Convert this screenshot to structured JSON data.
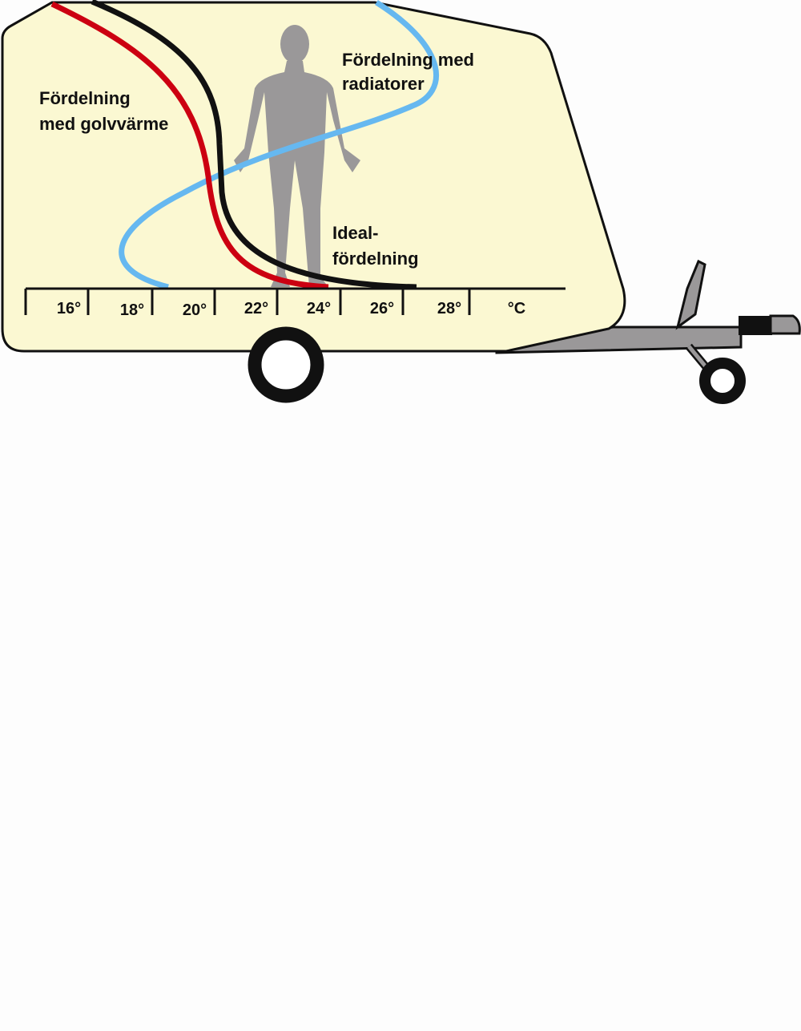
{
  "labels": {
    "radiators_line1": "Fördelning med",
    "radiators_line2": "radiatorer",
    "floor_line1": "Fördelning",
    "floor_line2": "med golvvärme",
    "ideal_line1": "Ideal-",
    "ideal_line2": "fördelning"
  },
  "axis": {
    "ticks": [
      "16°",
      "18°",
      "20°",
      "22°",
      "24°",
      "26°",
      "28°",
      "°C"
    ]
  },
  "colors": {
    "caravan_fill": "#fbf8d2",
    "floor_heating": "#cc0011",
    "ideal": "#111111",
    "radiators": "#66b8f0",
    "person": "#9a9899",
    "drawbar": "#9a9899"
  }
}
